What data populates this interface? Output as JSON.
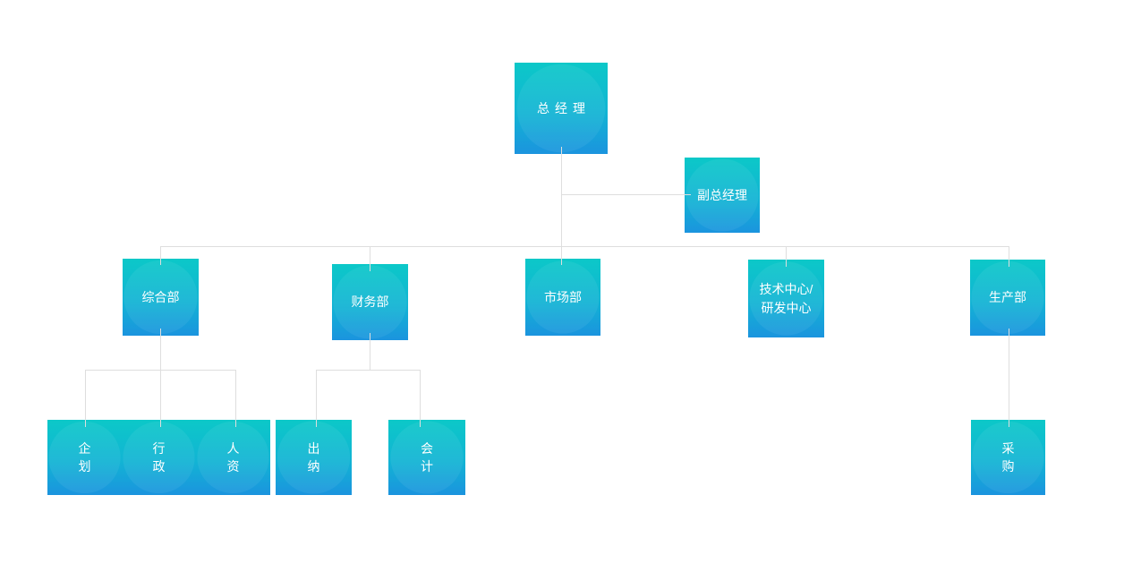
{
  "diagram": {
    "type": "org-chart",
    "background": "#ffffff",
    "node_gradient_top": "#0cc8c8",
    "node_gradient_bottom": "#1b94de",
    "connector_color": "#dedede",
    "text_color": "#ffffff"
  },
  "nodes": {
    "gm": {
      "label": "总经理"
    },
    "dgm": {
      "label": "副总经理"
    },
    "zhb": {
      "label": "综合部"
    },
    "cwb": {
      "label": "财务部"
    },
    "scb": {
      "label": "市场部"
    },
    "jszx": {
      "label": "技术中心/\n研发中心"
    },
    "shcb": {
      "label": "生产部"
    },
    "qh": {
      "label": "企\n划"
    },
    "xz": {
      "label": "行\n政"
    },
    "rz": {
      "label": "人\n资"
    },
    "cn": {
      "label": "出\n纳"
    },
    "kj": {
      "label": "会\n计"
    },
    "cg": {
      "label": "采\n购"
    }
  },
  "edges": [
    {
      "from": "总经理",
      "to": "副总经理"
    },
    {
      "from": "总经理",
      "to": "综合部"
    },
    {
      "from": "总经理",
      "to": "财务部"
    },
    {
      "from": "总经理",
      "to": "市场部"
    },
    {
      "from": "总经理",
      "to": "技术中心/研发中心"
    },
    {
      "from": "总经理",
      "to": "生产部"
    },
    {
      "from": "综合部",
      "to": "企划"
    },
    {
      "from": "综合部",
      "to": "行政"
    },
    {
      "from": "综合部",
      "to": "人资"
    },
    {
      "from": "财务部",
      "to": "出纳"
    },
    {
      "from": "财务部",
      "to": "会计"
    },
    {
      "from": "生产部",
      "to": "采购"
    }
  ]
}
